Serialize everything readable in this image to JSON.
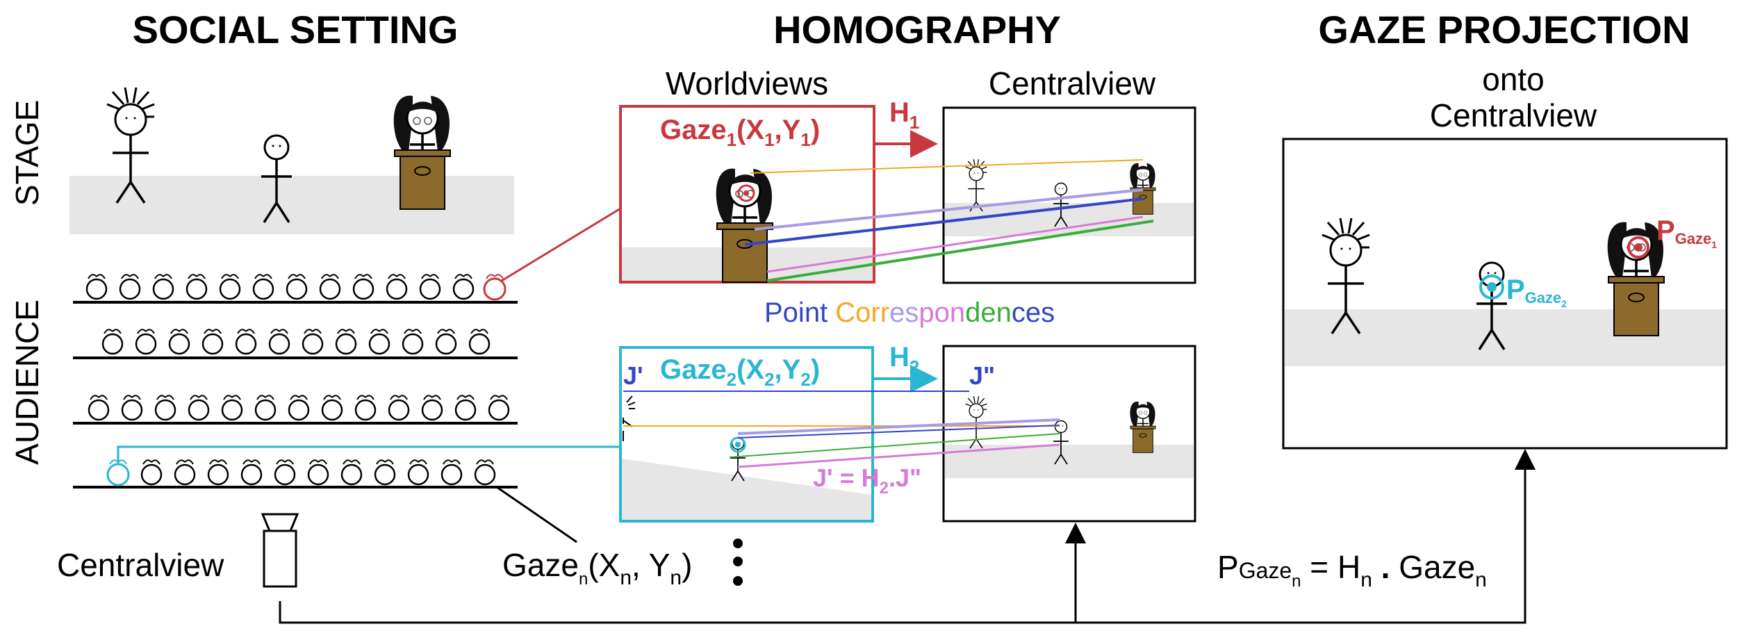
{
  "sections": {
    "social": "SOCIAL SETTING",
    "homography": "HOMOGRAPHY",
    "gaze_projection": "GAZE PROJECTION"
  },
  "side_labels": {
    "stage": "STAGE",
    "audience": "AUDIENCE"
  },
  "homography": {
    "worldviews": "Worldviews",
    "centralview": "Centralview",
    "gaze1": {
      "base": "Gaze",
      "sub": "1",
      "open": "(X",
      "xsub": "1",
      "comma": ",Y",
      "ysub": "1",
      "close": ")"
    },
    "h1": {
      "base": "H",
      "sub": "1"
    },
    "gaze2": {
      "base": "Gaze",
      "sub": "2",
      "open": "(X",
      "xsub": "2",
      "comma": ",Y",
      "ysub": "2",
      "close": ")"
    },
    "h2": {
      "base": "H",
      "sub": "2"
    },
    "point_correspondences": [
      "Point ",
      "Cor",
      "r",
      "es",
      "pon",
      "den",
      "ces"
    ],
    "j_prime": "J'",
    "j_double_prime": "J\"",
    "j_equation": {
      "lhs": "J' = H",
      "sub": "2",
      "dot": ".",
      "rhs": "J\""
    }
  },
  "projection": {
    "subtitle_1": "onto",
    "subtitle_2": "Centralview",
    "p1": {
      "base": "P",
      "sub": "Gaze",
      "subsub": "1"
    },
    "p2": {
      "base": "P",
      "sub": "Gaze",
      "subsub": "2"
    }
  },
  "bottom": {
    "centralview_label": "Centralview",
    "gazen": {
      "base": "Gaze",
      "sub": "n",
      "open": "(X",
      "xsub": "n",
      "comma": ", Y",
      "ysub": "n",
      "close": ")"
    },
    "formula": {
      "p": "P",
      "psub": "Gaze",
      "psubsub": "n",
      "eq": " = H",
      "hsub": "n",
      "dot": " . ",
      "gaze": "Gaze",
      "gsub": "n"
    }
  },
  "colors": {
    "red": "#c8383e",
    "cyan": "#2ab6d3",
    "blue": "#3346c7",
    "orange": "#f5a623",
    "lavender": "#a99ae6",
    "pink": "#d67bd6",
    "green": "#3aad3a",
    "podium": "#8c6a2c",
    "stage_gray": "#e6e6e6"
  },
  "icons": [
    "camera-icon",
    "vertical-ellipsis-icon",
    "arrow-icon"
  ]
}
